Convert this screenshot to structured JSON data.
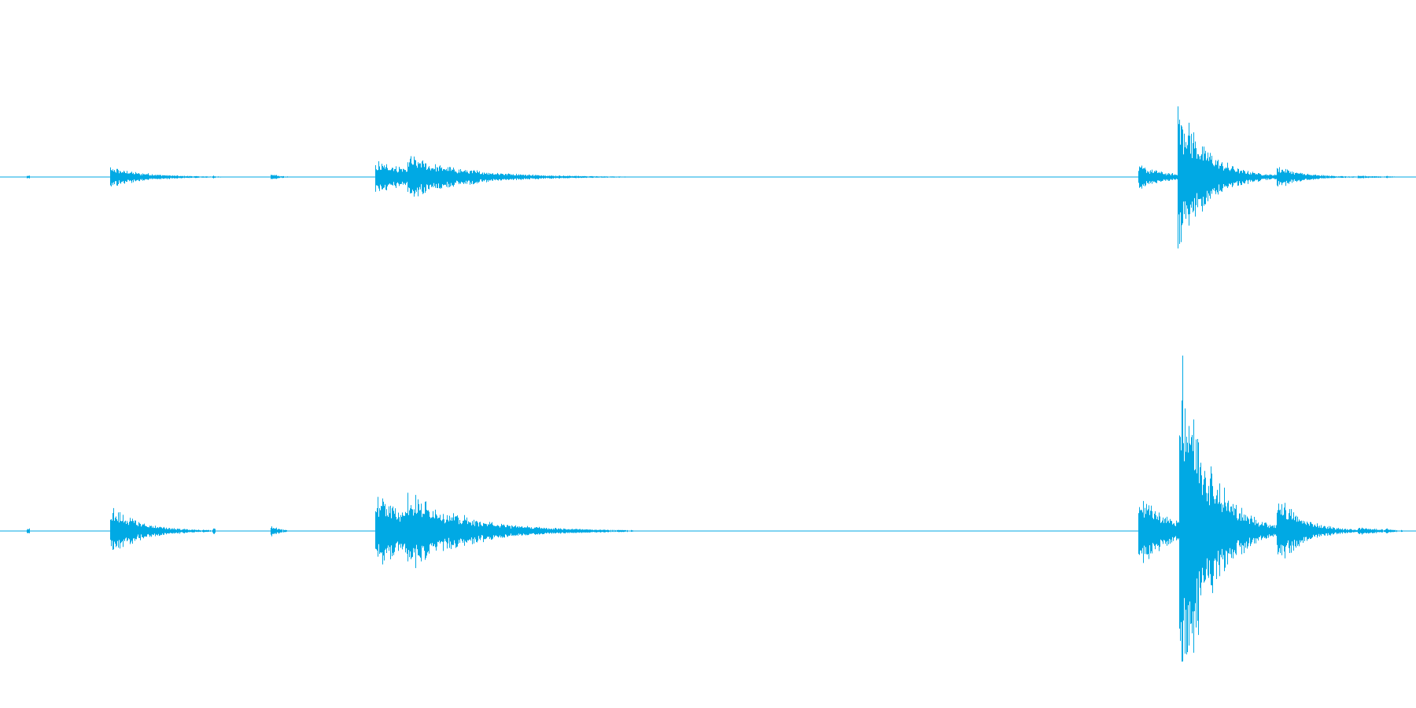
{
  "waveform": {
    "color": "#00a9e4",
    "background": "#ffffff",
    "channels": [
      {
        "name": "",
        "bursts": [
          {
            "t": 0.02,
            "peak": 0.02,
            "decay": 0.001,
            "kind": "blip"
          },
          {
            "t": 0.079,
            "peak": 0.13,
            "decay": 0.025,
            "kind": "burst"
          },
          {
            "t": 0.151,
            "peak": 0.02,
            "decay": 0.001,
            "kind": "blip"
          },
          {
            "t": 0.192,
            "peak": 0.04,
            "decay": 0.006,
            "kind": "burst"
          },
          {
            "t": 0.266,
            "peak": 0.2,
            "decay": 0.05,
            "kind": "burst"
          },
          {
            "t": 0.289,
            "peak": 0.28,
            "decay": 0.04,
            "kind": "burst"
          },
          {
            "t": 0.805,
            "peak": 0.15,
            "decay": 0.02,
            "kind": "burst"
          },
          {
            "t": 0.833,
            "peak": 0.95,
            "decay": 0.02,
            "kind": "burst"
          },
          {
            "t": 0.838,
            "peak": 0.4,
            "decay": 0.012,
            "kind": "burst"
          },
          {
            "t": 0.864,
            "peak": 0.1,
            "decay": 0.01,
            "kind": "burst"
          },
          {
            "t": 0.903,
            "peak": 0.14,
            "decay": 0.018,
            "kind": "burst"
          },
          {
            "t": 0.96,
            "peak": 0.02,
            "decay": 0.02,
            "kind": "burst"
          },
          {
            "t": 0.98,
            "peak": 0.015,
            "decay": 0.004,
            "kind": "burst"
          }
        ]
      },
      {
        "name": "",
        "bursts": [
          {
            "t": 0.02,
            "peak": 0.015,
            "decay": 0.001,
            "kind": "blip"
          },
          {
            "t": 0.079,
            "peak": 0.12,
            "decay": 0.022,
            "kind": "burst"
          },
          {
            "t": 0.151,
            "peak": 0.015,
            "decay": 0.001,
            "kind": "blip"
          },
          {
            "t": 0.192,
            "peak": 0.035,
            "decay": 0.005,
            "kind": "burst"
          },
          {
            "t": 0.266,
            "peak": 0.18,
            "decay": 0.05,
            "kind": "burst"
          },
          {
            "t": 0.289,
            "peak": 0.2,
            "decay": 0.04,
            "kind": "burst"
          },
          {
            "t": 0.805,
            "peak": 0.2,
            "decay": 0.02,
            "kind": "burst"
          },
          {
            "t": 0.834,
            "peak": 0.99,
            "decay": 0.02,
            "kind": "burst"
          },
          {
            "t": 0.839,
            "peak": 0.5,
            "decay": 0.012,
            "kind": "burst"
          },
          {
            "t": 0.864,
            "peak": 0.18,
            "decay": 0.01,
            "kind": "burst"
          },
          {
            "t": 0.903,
            "peak": 0.18,
            "decay": 0.018,
            "kind": "burst"
          },
          {
            "t": 0.96,
            "peak": 0.02,
            "decay": 0.02,
            "kind": "burst"
          },
          {
            "t": 0.98,
            "peak": 0.015,
            "decay": 0.004,
            "kind": "burst"
          }
        ]
      }
    ]
  }
}
